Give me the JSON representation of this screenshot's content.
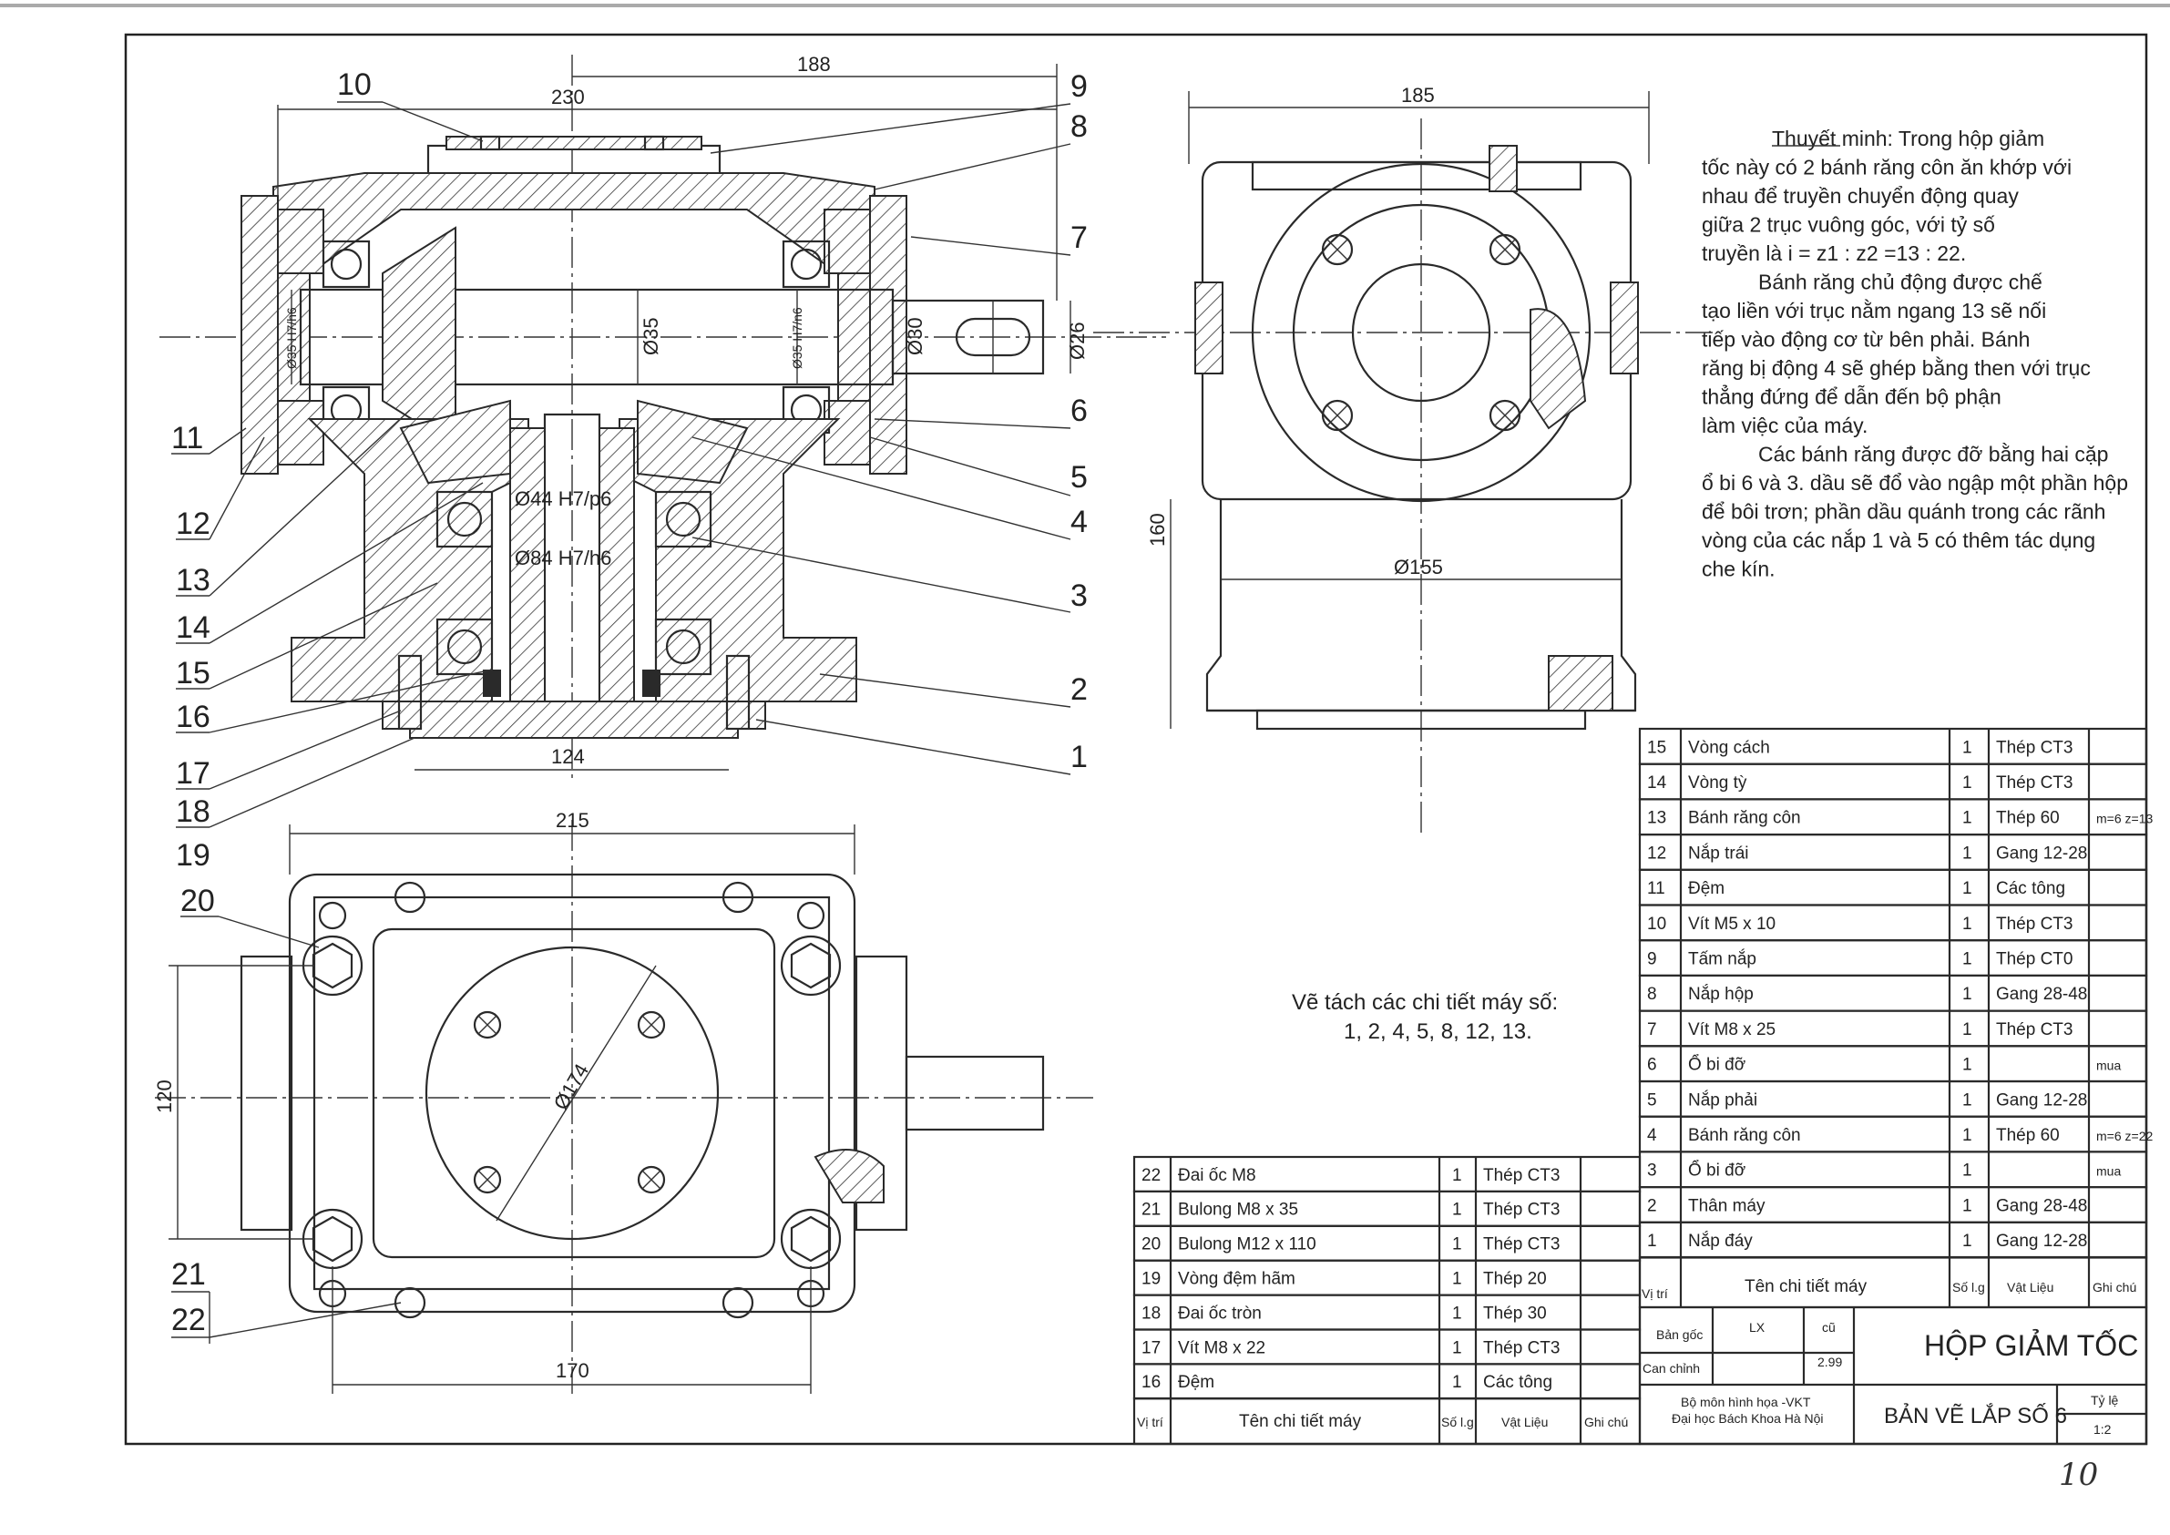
{
  "dims": {
    "front_188": "188",
    "front_230": "230",
    "front_d35": "Ø35",
    "front_d30": "Ø30",
    "front_d26": "Ø26",
    "front_fit_l": "Ø35 H7/h6",
    "front_fit_r": "Ø35 H7/n6",
    "front_fit44": "Ø44 H7/p6",
    "front_fit84": "Ø84 H7/h6",
    "front_124": "124",
    "side_185": "185",
    "side_160": "160",
    "side_d155": "Ø155",
    "top_215": "215",
    "top_170": "170",
    "top_120": "120",
    "top_d174": "Ø174"
  },
  "callouts": [
    "1",
    "2",
    "3",
    "4",
    "5",
    "6",
    "7",
    "8",
    "9",
    "10",
    "11",
    "12",
    "13",
    "14",
    "15",
    "16",
    "17",
    "18",
    "19",
    "20",
    "21",
    "22"
  ],
  "note": {
    "lines": [
      "Thuyết minh: Trong hộp giảm",
      "tốc này có 2 bánh răng côn ăn khớp với",
      "nhau để truyền chuyển động quay",
      "giữa 2 trục vuông góc, với tỷ số",
      "truyền là i = z1 : z2 =13 : 22.",
      "Bánh răng chủ động được chế",
      "tạo liền với trục nằm ngang 13 sẽ nối",
      "tiếp vào động cơ từ bên phải. Bánh",
      "răng bị động 4 sẽ ghép bằng then với trục",
      "thẳng đứng để dẫn đến bộ phận",
      "làm việc của máy.",
      "Các bánh răng được đỡ bằng hai cặp",
      "ổ bi 6 và 3. dầu sẽ đổ vào ngập một phần hộp",
      "để bôi trơn; phần dầu quánh trong các rãnh",
      "vòng của các nắp 1 và 5 có thêm tác dụng",
      "che kín."
    ]
  },
  "task": {
    "line1": "Vẽ tách các chi tiết máy số:",
    "line2": "1, 2, 4, 5, 8, 12, 13."
  },
  "parts_right": [
    {
      "pos": "15",
      "name": "Vòng cách",
      "qty": "1",
      "mat": "Thép CT3",
      "note": ""
    },
    {
      "pos": "14",
      "name": "Vòng tỳ",
      "qty": "1",
      "mat": "Thép CT3",
      "note": ""
    },
    {
      "pos": "13",
      "name": "Bánh răng côn",
      "qty": "1",
      "mat": "Thép 60",
      "note": "m=6 z=13"
    },
    {
      "pos": "12",
      "name": "Nắp trái",
      "qty": "1",
      "mat": "Gang 12-28",
      "note": ""
    },
    {
      "pos": "11",
      "name": "Đệm",
      "qty": "1",
      "mat": "Các tông",
      "note": ""
    },
    {
      "pos": "10",
      "name": "Vít M5 x 10",
      "qty": "1",
      "mat": "Thép CT3",
      "note": ""
    },
    {
      "pos": "9",
      "name": "Tấm nắp",
      "qty": "1",
      "mat": "Thép CT0",
      "note": ""
    },
    {
      "pos": "8",
      "name": "Nắp hộp",
      "qty": "1",
      "mat": "Gang 28-48",
      "note": ""
    },
    {
      "pos": "7",
      "name": "Vít M8 x 25",
      "qty": "1",
      "mat": "Thép CT3",
      "note": ""
    },
    {
      "pos": "6",
      "name": "Ổ bi đỡ",
      "qty": "1",
      "mat": "",
      "note": "mua"
    },
    {
      "pos": "5",
      "name": "Nắp phải",
      "qty": "1",
      "mat": "Gang 12-28",
      "note": ""
    },
    {
      "pos": "4",
      "name": "Bánh răng côn",
      "qty": "1",
      "mat": "Thép 60",
      "note": "m=6 z=22"
    },
    {
      "pos": "3",
      "name": "Ổ bi đỡ",
      "qty": "1",
      "mat": "",
      "note": "mua"
    },
    {
      "pos": "2",
      "name": "Thân máy",
      "qty": "1",
      "mat": "Gang 28-48",
      "note": ""
    },
    {
      "pos": "1",
      "name": "Nắp đáy",
      "qty": "1",
      "mat": "Gang 12-28",
      "note": ""
    }
  ],
  "parts_left": [
    {
      "pos": "22",
      "name": "Đai ốc M8",
      "qty": "1",
      "mat": "Thép CT3",
      "note": ""
    },
    {
      "pos": "21",
      "name": "Bulong M8 x 35",
      "qty": "1",
      "mat": "Thép CT3",
      "note": ""
    },
    {
      "pos": "20",
      "name": "Bulong M12 x 110",
      "qty": "1",
      "mat": "Thép CT3",
      "note": ""
    },
    {
      "pos": "19",
      "name": "Vòng đệm hãm",
      "qty": "1",
      "mat": "Thép 20",
      "note": ""
    },
    {
      "pos": "18",
      "name": "Đai ốc tròn",
      "qty": "1",
      "mat": "Thép 30",
      "note": ""
    },
    {
      "pos": "17",
      "name": "Vít M8 x 22",
      "qty": "1",
      "mat": "Thép CT3",
      "note": ""
    },
    {
      "pos": "16",
      "name": "Đệm",
      "qty": "1",
      "mat": "Các tông",
      "note": ""
    }
  ],
  "header": {
    "pos": "Vị trí",
    "name": "Tên chi tiết máy",
    "qty": "Số l.g",
    "mat": "Vật Liệu",
    "note_r": "Ghi chú",
    "note_l": "Ghi chú"
  },
  "title_block": {
    "ban_goc": "Bản gốc",
    "lx": "LX",
    "cu": "cũ",
    "can_chinh": "Can chỉnh",
    "date": "2.99",
    "dept1": "Bộ môn hình họa -VKT",
    "dept2": "Đại học Bách Khoa Hà Nội",
    "title": "HỘP GIẢM TỐC",
    "subtitle": "BẢN VẼ LẮP SỐ 6",
    "ty_le_label": "Tỷ lệ",
    "ty_le": "1:2"
  },
  "page_mark": "10"
}
